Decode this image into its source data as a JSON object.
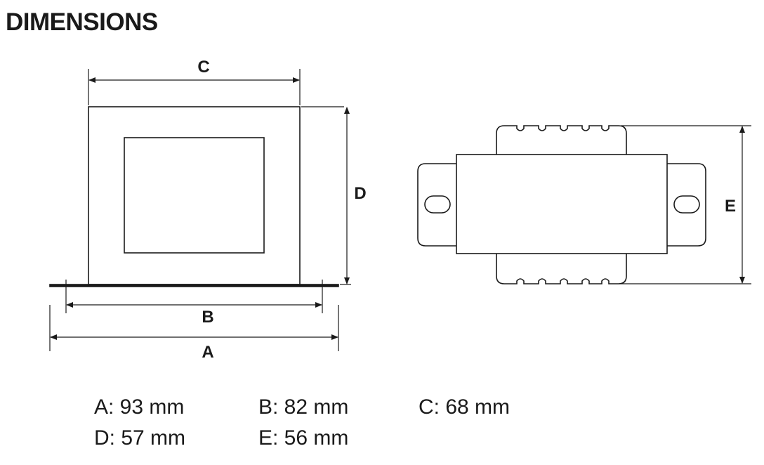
{
  "heading": "DIMENSIONS",
  "labels": {
    "a": "A",
    "b": "B",
    "c": "C",
    "d": "D",
    "e": "E"
  },
  "dimensions": {
    "a": "A: 93 mm",
    "b": "B: 82 mm",
    "c": "C: 68 mm",
    "d": "D: 57 mm",
    "e": "E: 56 mm"
  }
}
